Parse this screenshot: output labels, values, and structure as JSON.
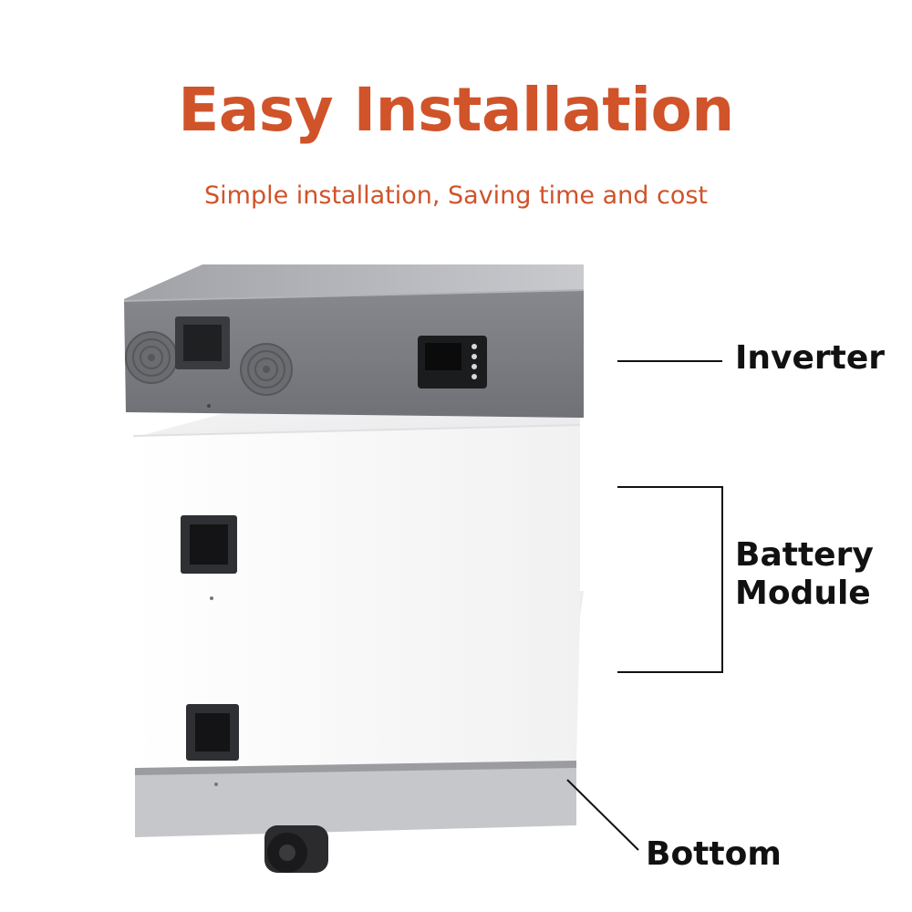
{
  "header": {
    "title": "Easy Installation",
    "subtitle": "Simple installation, Saving time and cost"
  },
  "labels": {
    "inverter": "Inverter",
    "battery_line1": "Battery",
    "battery_line2": "Module",
    "bottom": "Bottom"
  },
  "colors": {
    "accent": "#d0532a",
    "inverter_body": "#7d7f84",
    "battery_body": "#f7f7f7",
    "label_text": "#111111"
  },
  "illustration": {
    "components": [
      "inverter",
      "battery-module",
      "battery-module",
      "bottom-base"
    ]
  }
}
